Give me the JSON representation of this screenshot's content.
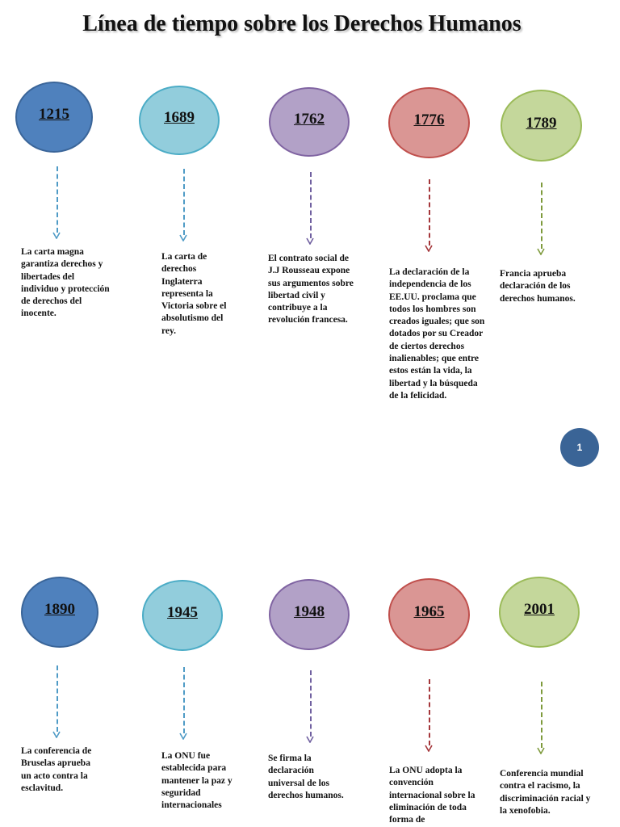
{
  "title": "Línea de tiempo sobre los Derechos Humanos",
  "page_number": "1",
  "colors": {
    "dark_blue": "#4f81bd",
    "light_blue": "#92cddc",
    "purple": "#b2a1c7",
    "red": "#da9694",
    "green": "#c4d79b"
  },
  "events": [
    {
      "year": "1215",
      "text": "La carta magna garantiza derechos y libertades del individuo y protección de derechos del inocente."
    },
    {
      "year": "1689",
      "text": "La carta de derechos Inglaterra representa la Victoria sobre el absolutismo del rey."
    },
    {
      "year": "1762",
      "text": "El contrato social de J.J Rousseau expone sus argumentos sobre libertad civil y contribuye a la revolución francesa."
    },
    {
      "year": "1776",
      "text": "La declaración de la independencia de los EE.UU. proclama que todos los hombres son creados iguales; que son dotados por su Creador de ciertos derechos inalienables; que entre estos están la vida, la libertad y la búsqueda de la felicidad."
    },
    {
      "year": "1789",
      "text": "Francia aprueba declaración de los derechos humanos."
    },
    {
      "year": "1890",
      "text": "La conferencia de Bruselas aprueba un acto contra la esclavitud."
    },
    {
      "year": "1945",
      "text": "La ONU fue establecida para mantener la paz y seguridad internacionales"
    },
    {
      "year": "1948",
      "text": "Se firma la declaración universal de los derechos humanos."
    },
    {
      "year": "1965",
      "text": "La ONU adopta la convención internacional sobre la eliminación de toda forma de"
    },
    {
      "year": "2001",
      "text": "Conferencia mundial contra el racismo, la discriminación racial y la xenofobia."
    }
  ]
}
